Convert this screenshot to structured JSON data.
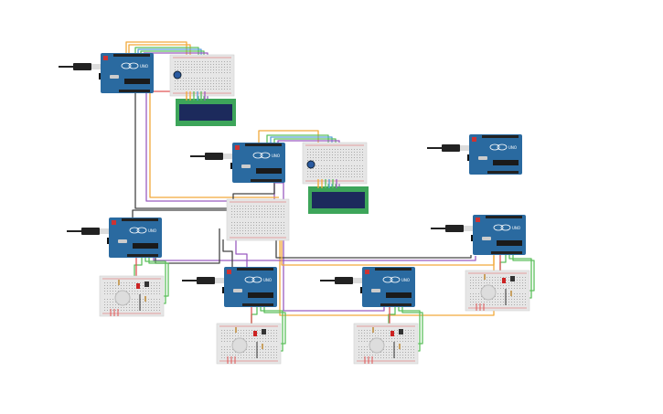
{
  "board_label": "UNO",
  "colors": {
    "arduino": "#2a6aa0",
    "breadboard": "#e6e6e6",
    "lcd_frame": "#3da55a",
    "lcd_screen": "#1c2a5c",
    "wire_orange": "#f2a93b",
    "wire_green": "#5cbf5c",
    "wire_purple": "#9a5cc0",
    "wire_black": "#444444",
    "wire_red": "#e05555",
    "wire_gray": "#888888"
  },
  "components": {
    "arduino_count": 7,
    "breadboard_count": 7,
    "lcd_count": 2
  }
}
